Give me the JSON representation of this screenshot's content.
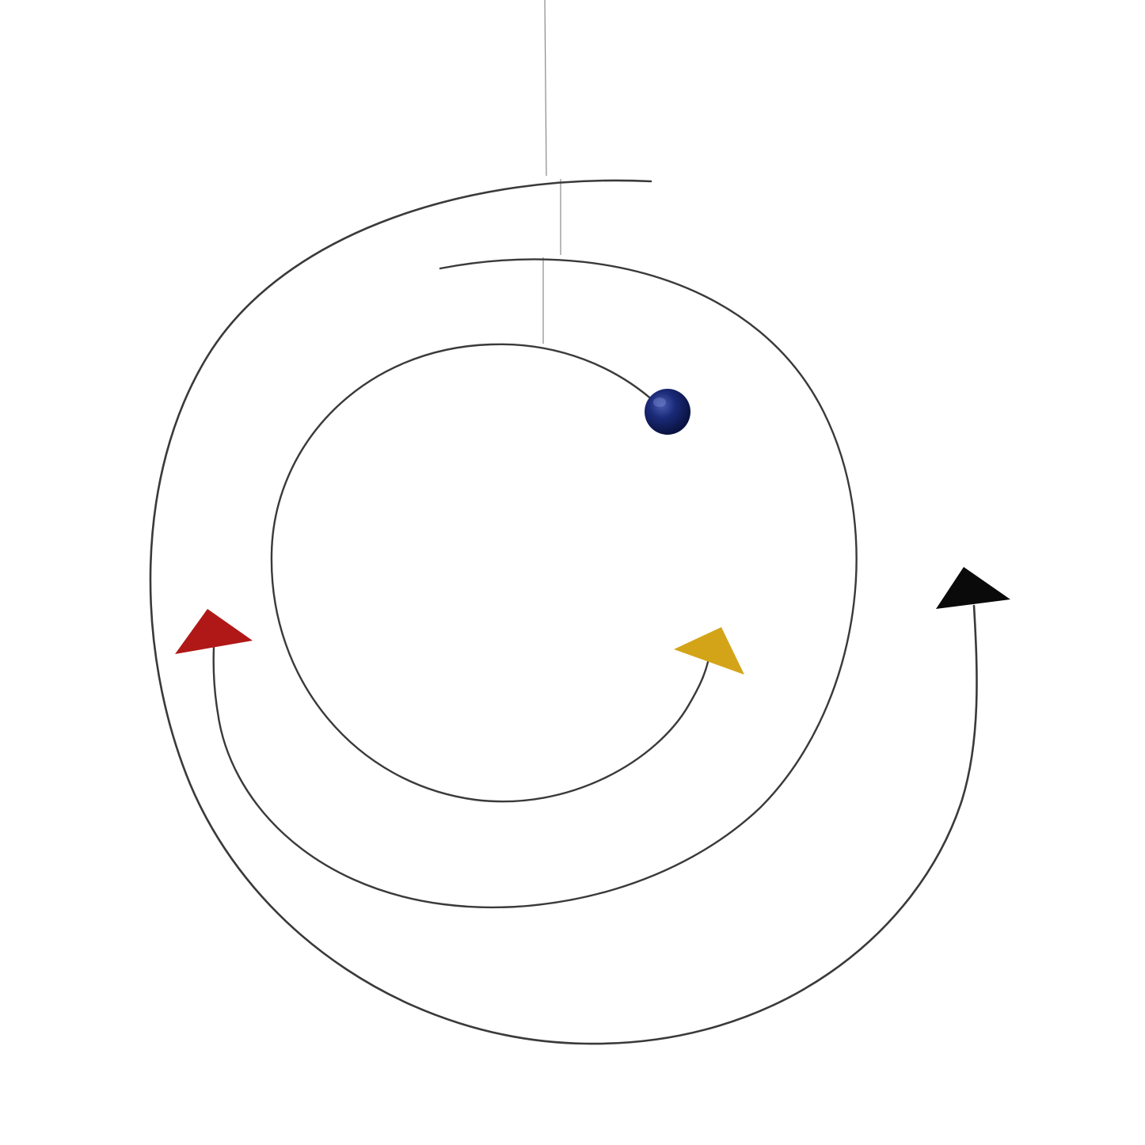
{
  "scene": {
    "subject": "hanging-spiral-mobile",
    "background_color": "#ffffff",
    "wire_color": "#3a3a3a",
    "string_color": "#8a8a8a"
  },
  "elements": {
    "ball": {
      "shape": "sphere",
      "color": "#1a2a78"
    },
    "red_arrow": {
      "shape": "triangle",
      "color": "#b01818"
    },
    "yellow_arrow": {
      "shape": "triangle",
      "color": "#d4a418"
    },
    "black_arrow": {
      "shape": "triangle",
      "color": "#0a0a0a"
    }
  }
}
